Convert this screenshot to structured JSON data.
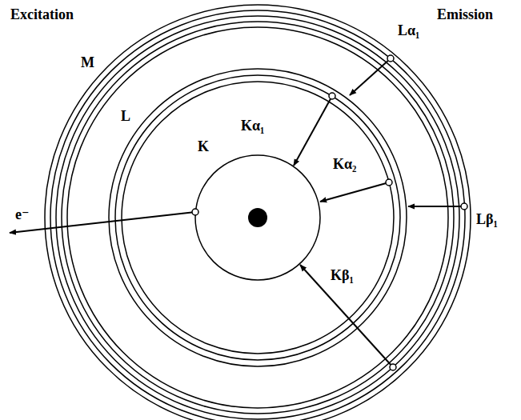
{
  "diagram": {
    "labels": [
      "Excitation",
      "Emission",
      "M",
      "L",
      "K",
      "e⁻",
      "Kα₁",
      "Kα₂",
      "Kβ₁",
      "Lα₁",
      "Lβ₁"
    ]
  }
}
